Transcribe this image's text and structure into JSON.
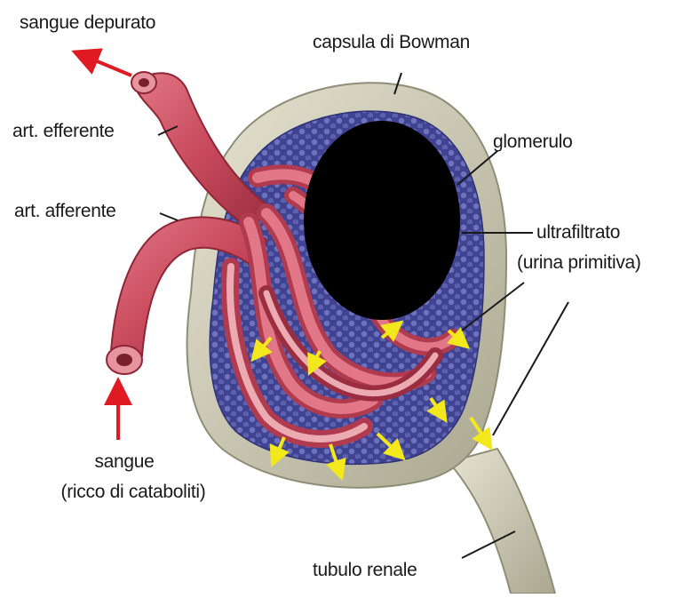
{
  "labels": {
    "sangue_depurato": "sangue depurato",
    "capsula_bowman": "capsula di Bowman",
    "art_efferente": "art. efferente",
    "art_afferente": "art. afferente",
    "glomerulo": "glomerulo",
    "ultrafiltrato": "ultrafiltrato",
    "urina_primitiva": "(urina primitiva)",
    "sangue": "sangue",
    "ricco_catabo": "(ricco di cataboliti)",
    "tubulo_renale": "tubulo renale"
  },
  "colors": {
    "vessel": "#c84a5c",
    "vessel_dark": "#8e2636",
    "vessel_light": "#e88a96",
    "capsule_wall": "#c9c8b4",
    "filtrate": "#4d4f9c",
    "flow_arrow_red": "#e01a22",
    "filtration_arrow": "#f3e81c",
    "occluder": "#000000"
  }
}
